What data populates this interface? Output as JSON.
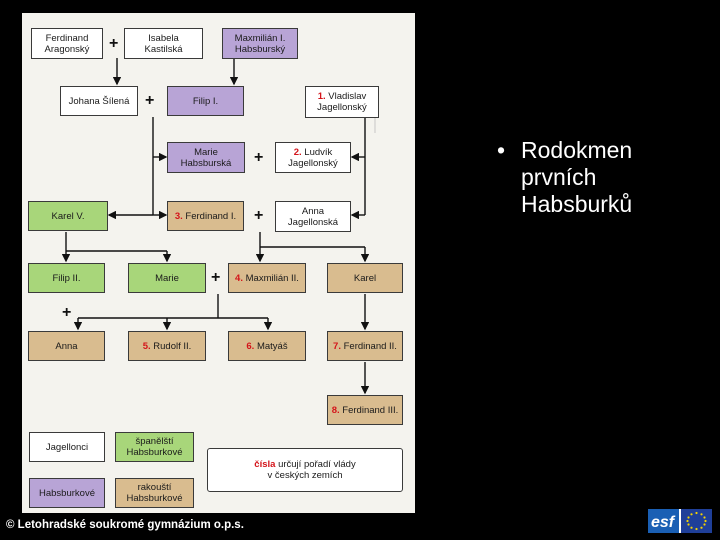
{
  "slide": {
    "bullet_text": "Rodokmen prvních Habsburků",
    "footer": "© Letohradské soukromé gymnázium o.p.s.",
    "logo_text": "esf"
  },
  "tree": {
    "plus_sign": "+",
    "nodes": {
      "ferdinand_aragonsky": "Ferdinand\nAragonský",
      "isabela_kastilska": "Isabela\nKastilská",
      "maxmilian_i": "Maxmilián I.\nHabsburský",
      "johana_silena": "Johana Šílená",
      "filip_i": "Filip I.",
      "vladislav_num": "1.",
      "vladislav": " Vladislav\nJagellonský",
      "marie_habsburska": "Marie\nHabsburská",
      "ludvik_num": "2.",
      "ludvik": " Ludvík\nJagellonský",
      "karel_v": "Karel V.",
      "ferdinand_i_num": "3.",
      "ferdinand_i": " Ferdinand I.",
      "anna_jagellonska": "Anna\nJagellonská",
      "filip_ii": "Filip II.",
      "marie": "Marie",
      "maxmilian_ii_num": "4.",
      "maxmilian_ii": " Maxmilián II.",
      "karel": "Karel",
      "anna": "Anna",
      "rudolf_ii_num": "5.",
      "rudolf_ii": " Rudolf II.",
      "matyas_num": "6.",
      "matyas": " Matyáš",
      "ferdinand_ii_num": "7.",
      "ferdinand_ii": " Ferdinand II.",
      "ferdinand_iii_num": "8.",
      "ferdinand_iii": " Ferdinand III."
    },
    "legend": {
      "jagellonci": "Jagellonci",
      "spanelsti": "španělští\nHabsburkové",
      "habsburkove": "Habsburkové",
      "rakousti": "rakouští\nHabsburkové",
      "note_bold": "čísla",
      "note_rest": " určují pořadí vlády\nv českých zemích"
    }
  },
  "colors": {
    "jagellonci": "#ffffff",
    "habsburkove": "#b8a4d6",
    "spanelsti_habsburkove": "#a8d67a",
    "rakousti_habsburkove": "#d9bc8f",
    "number_highlight": "#d4141a"
  }
}
